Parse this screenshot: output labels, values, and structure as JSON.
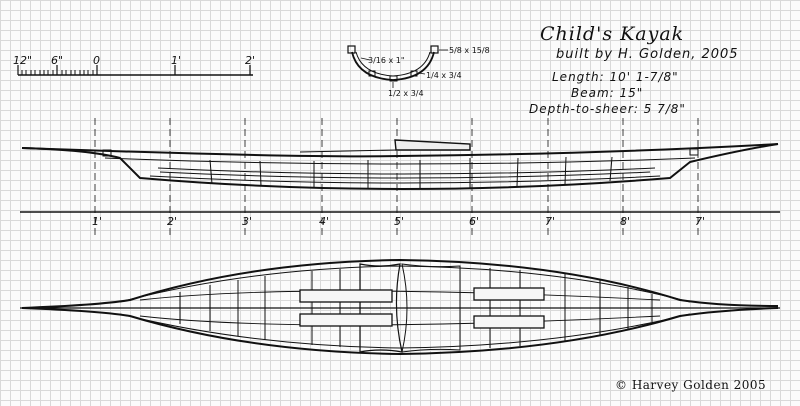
{
  "drawing": {
    "title": "Child's Kayak",
    "builder": "built by H. Golden, 2005",
    "length": "Length: 10' 1-7/8\"",
    "beam": "Beam: 15\"",
    "depth": "Depth-to-sheer: 5 7/8\"",
    "copyright": "© Harvey Golden 2005"
  },
  "scale_bar": {
    "labels": [
      "12\"",
      "6\"",
      "0",
      "1'",
      "2'"
    ]
  },
  "cross_section": {
    "labels": [
      "5/8 x 15/8",
      "3/16 x 1\"",
      "1/4 x 3/4",
      "1/2 x 3/4"
    ]
  },
  "station_marks": [
    "1'",
    "2'",
    "3'",
    "4'",
    "5'",
    "6'",
    "7'",
    "8'",
    "7'"
  ]
}
